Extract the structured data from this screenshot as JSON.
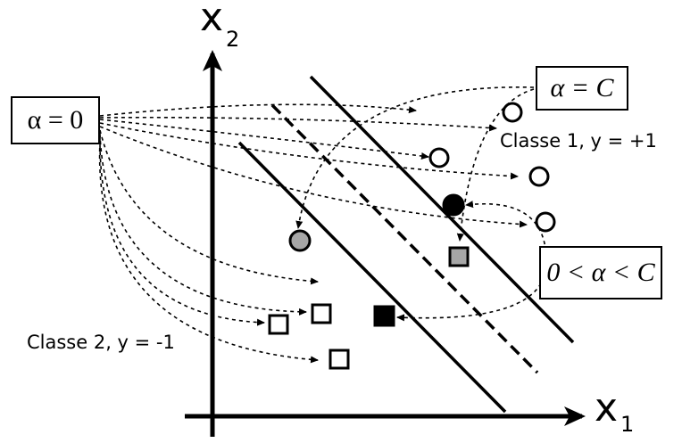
{
  "axes": {
    "x": {
      "name": "x",
      "subscript": "1"
    },
    "y": {
      "name": "x",
      "subscript": "2"
    }
  },
  "labels": {
    "alpha_zero": "α = 0",
    "alpha_c": "α = C",
    "alpha_between": "0 < α < C",
    "class1": "Classe 1,  y = +1",
    "class2": "Classe 2,  y = -1"
  },
  "colors": {
    "ink": "#000000",
    "support_fill": "#000000",
    "margin_error_fill": "#a6a6a6",
    "non_support_fill": "#ffffff"
  }
}
